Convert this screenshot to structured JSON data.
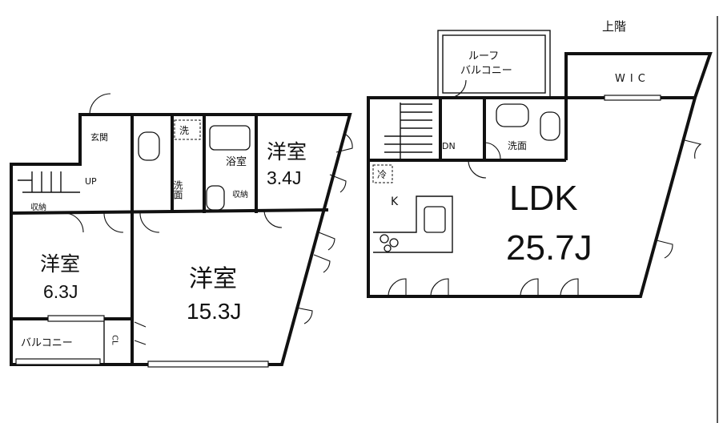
{
  "floor_label": "上階",
  "rooms": {
    "bedroom_small": {
      "name": "洋室",
      "size": "3.4J"
    },
    "bedroom_left": {
      "name": "洋室",
      "size": "6.3J"
    },
    "bedroom_main": {
      "name": "洋室",
      "size": "15.3J"
    },
    "ldk": {
      "name": "LDK",
      "size": "25.7J"
    }
  },
  "labels": {
    "entrance": "玄関",
    "washing_machine": "洗",
    "washroom_lower": "洗面",
    "bathroom": "浴室",
    "storage_small": "収納",
    "storage_left": "収納",
    "up": "UP",
    "down": "DN",
    "kitchen": "K",
    "fridge": "冷",
    "washroom_upper": "洗面",
    "wic": "WIC",
    "closet": "CL",
    "balcony": "バルコニー",
    "roof_balcony_line1": "ルーフ",
    "roof_balcony_line2": "バルコニー"
  }
}
